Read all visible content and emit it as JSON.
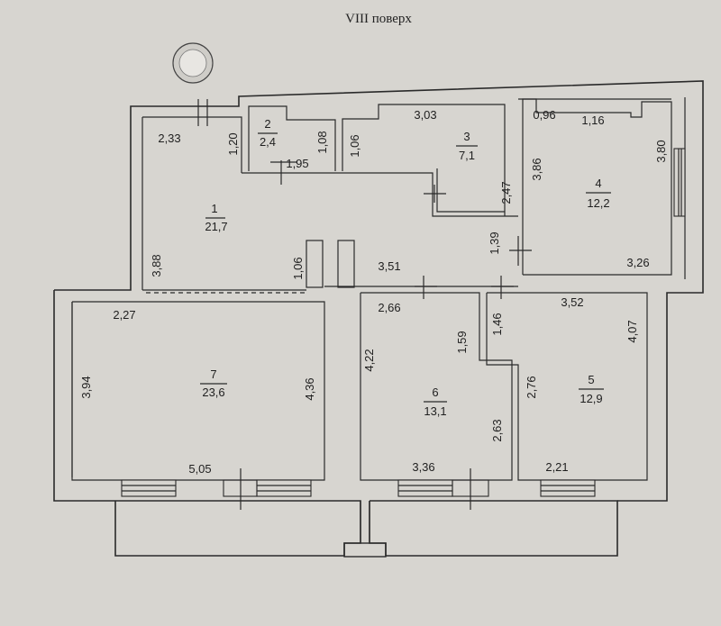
{
  "floor_title": "VIII поверх",
  "rooms": [
    {
      "number": "1",
      "area": "21,7"
    },
    {
      "number": "2",
      "area": "2,4"
    },
    {
      "number": "3",
      "area": "7,1"
    },
    {
      "number": "4",
      "area": "12,2"
    },
    {
      "number": "5",
      "area": "12,9"
    },
    {
      "number": "6",
      "area": "13,1"
    },
    {
      "number": "7",
      "area": "23,6"
    }
  ],
  "dimensions": {
    "d_2_33": "2,33",
    "d_1_20": "1,20",
    "d_1_95": "1,95",
    "d_1_08": "1,08",
    "d_1_06a": "1,06",
    "d_3_03": "3,03",
    "d_2_47": "2,47",
    "d_0_96": "0,96",
    "d_1_16": "1,16",
    "d_3_86": "3,86",
    "d_3_80": "3,80",
    "d_3_26": "3,26",
    "d_3_88": "3,88",
    "d_1_06b": "1,06",
    "d_3_51": "3,51",
    "d_1_39": "1,39",
    "d_2_27": "2,27",
    "d_2_66": "2,66",
    "d_1_59": "1,59",
    "d_1_46": "1,46",
    "d_3_52": "3,52",
    "d_4_07": "4,07",
    "d_3_94": "3,94",
    "d_4_36": "4,36",
    "d_4_22": "4,22",
    "d_2_76": "2,76",
    "d_2_63": "2,63",
    "d_5_05": "5,05",
    "d_3_36": "3,36",
    "d_2_21": "2,21"
  }
}
